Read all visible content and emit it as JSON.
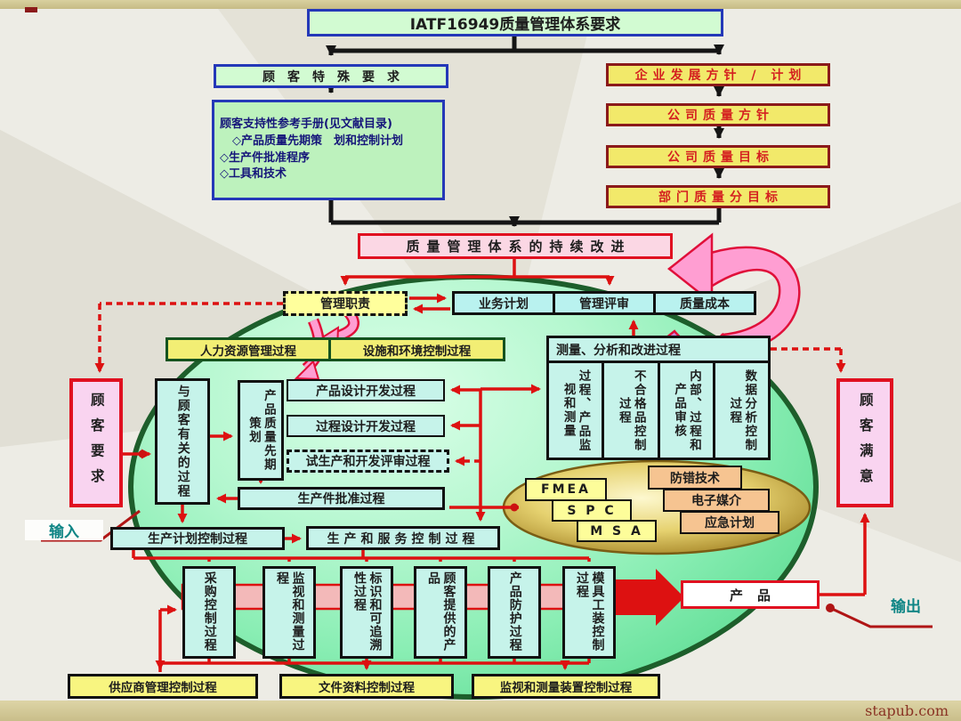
{
  "palette": {
    "accent_red": "#dd1111",
    "dark_red": "#8b1a1a",
    "blue_border": "#2438b8",
    "green_border": "#1d5e2b",
    "cyan_fill": "#c6f3ea",
    "yellow_fill": "#f8f580",
    "pink_fill": "#f9d4f0",
    "gold_fill": "#e6d270",
    "teal_text": "#0e8585"
  },
  "title": "IATF16949质量管理体系要求",
  "customer_special": "顾客特殊要求",
  "manual": {
    "line1": "顾客支持性参考手册(见文献目录)",
    "item1": "◇产品质量先期策　划和控制计划",
    "item2": "◇生产件批准程序",
    "item3": "◇工具和技术"
  },
  "policy": {
    "b1": "企业发展方针 / 计划",
    "b2": "公司质量方针",
    "b3": "公司质量目标",
    "b4": "部门质量分目标"
  },
  "improve": "质量管理体系的持续改进",
  "duty": "管理职责",
  "mgmt_row": {
    "c1": "业务计划",
    "c2": "管理评审",
    "c3": "质量成本"
  },
  "support": {
    "hr": "人力资源管理过程",
    "facility": "设施和环境控制过程"
  },
  "measure": {
    "header": "测量、分析和改进过程",
    "c1": "过程、产品监视和测量",
    "c2": "不合格品控制过程",
    "c3": "内部、过程和产品审核",
    "c4": "数据分析控制过程"
  },
  "left": {
    "customer_req": "顾客要求",
    "related": "与顾客有关的过程",
    "apqp": "产品质量先期策划",
    "d1": "产品设计开发过程",
    "d2": "过程设计开发过程",
    "trial": "试生产和开发评审过程",
    "ppap": "生产件批准过程"
  },
  "flow": {
    "input": "输入",
    "plan": "生产计划控制过程",
    "prod_service": "生产和服务控制过程",
    "product": "产品",
    "output": "输出",
    "satisfy": "顾客满意"
  },
  "tools": {
    "t1": "FMEA",
    "t2": "S P C",
    "t3": "M S A",
    "t4": "防错技术",
    "t5": "电子媒介",
    "t6": "应急计划"
  },
  "processes": {
    "p1": "采购控制过程",
    "p2": "监视和测量过程",
    "p3": "标识和可追溯性过程",
    "p4": "顾客提供的产品",
    "p5": "产品防护过程",
    "p6": "模具工装控制过程"
  },
  "bottom": {
    "b1": "供应商管理控制过程",
    "b2": "文件资料控制过程",
    "b3": "监视和测量装置控制过程"
  },
  "watermark": "stapub.com"
}
